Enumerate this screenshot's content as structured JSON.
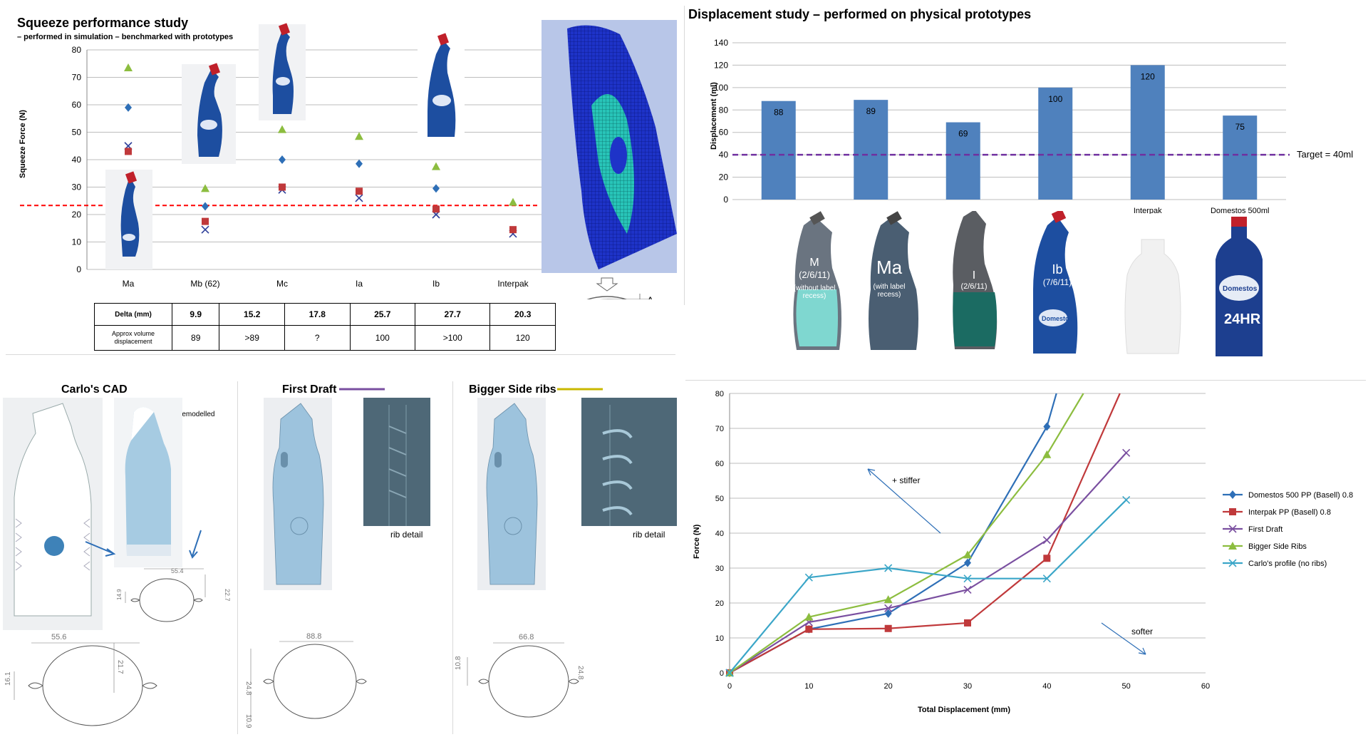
{
  "squeeze": {
    "title": "Squeeze performance study",
    "subtitle": "– performed in simulation – benchmarked with prototypes",
    "ylabel": "Squeeze Force (N)",
    "table": {
      "row1_label": "Delta (mm)",
      "row1": [
        "9.9",
        "15.2",
        "17.8",
        "25.7",
        "27.7",
        "20.3"
      ],
      "row2_label": "Approx volume displacement",
      "row2": [
        "89",
        ">89",
        "?",
        "100",
        ">100",
        "120"
      ]
    },
    "delta_symbol": "Δ"
  },
  "displacement": {
    "title": "Displacement study – performed on physical prototypes",
    "target_label": "Target = 40ml",
    "bottle_labels": [
      {
        "name": "M",
        "date": "(2/6/11)",
        "note": "(without label recess)"
      },
      {
        "name": "Ma",
        "date": "",
        "note": "(with label recess)"
      },
      {
        "name": "I",
        "date": "(2/6/11)",
        "note": ""
      },
      {
        "name": "Ib",
        "date": "(7/6/11)",
        "note": ""
      }
    ],
    "brand_text": "Domestos",
    "brand_badge": "24HR"
  },
  "cad": {
    "carlo_title": "Carlo's CAD",
    "remodelled": "remodelled",
    "first_draft_title": "First Draft",
    "bigger_ribs_title": "Bigger Side ribs",
    "rib_detail_1": "rib detail",
    "rib_detail_2": "rib detail",
    "dims": {
      "carlo_width": "55.6",
      "carlo_height": "21.7",
      "carlo_side": "16.1",
      "remod_width": "55.4",
      "remod_height": "22.7",
      "remod_side": "14.9",
      "first_width": "88.8",
      "first_height": "24.8",
      "first_side": "10.9",
      "bigger_width": "66.8",
      "bigger_height": "24.8",
      "bigger_side": "10.8"
    }
  },
  "force": {
    "stiffer_label": "+ stiffer",
    "softer_label": "softer"
  },
  "colors": {
    "bar": "#4f81bd",
    "target": "#7030a0",
    "threshold": "#ff0000",
    "blue": "#2e6fb7",
    "red": "#c0393b",
    "purple": "#7a4fa0",
    "green": "#8cbd3f",
    "teal": "#3ba6c8",
    "cad": "#9dc3dd",
    "bottle": "#1d4ea0"
  },
  "chart_data": [
    {
      "type": "scatter",
      "ylabel": "Squeeze Force (N)",
      "xlabel": "",
      "categories": [
        "Ma",
        "Mb (62)",
        "Mc",
        "Ia",
        "Ib",
        "Interpak"
      ],
      "ylim": [
        0,
        80
      ],
      "yticks": [
        0,
        10,
        20,
        30,
        40,
        50,
        60,
        70,
        80
      ],
      "grid": true,
      "threshold": 23.3,
      "series": [
        {
          "marker": "triangle",
          "color": "#8cbd3f",
          "values": [
            73.5,
            29.5,
            51,
            48.5,
            37.5,
            24.5
          ]
        },
        {
          "marker": "diamond",
          "color": "#2e6fb7",
          "values": [
            59,
            23,
            40,
            38.5,
            29.5,
            null
          ]
        },
        {
          "marker": "x",
          "color": "#2e3f9a",
          "values": [
            45,
            14.5,
            29,
            26,
            20,
            13
          ]
        },
        {
          "marker": "square",
          "color": "#c0393b",
          "values": [
            43,
            17.5,
            30,
            28.5,
            22,
            14.5
          ]
        }
      ]
    },
    {
      "type": "bar",
      "ylabel": "Displacement (ml)",
      "categories": [
        "",
        "",
        "",
        "",
        "Interpak",
        "Domestos 500ml"
      ],
      "values": [
        88,
        89,
        69,
        100,
        120,
        75
      ],
      "data_labels": [
        "88",
        "89",
        "69",
        "100",
        "120",
        "75"
      ],
      "ylim": [
        0,
        140
      ],
      "yticks": [
        0,
        20,
        40,
        60,
        80,
        100,
        120,
        140
      ],
      "target": 40,
      "grid": true
    },
    {
      "type": "line",
      "xlabel": "Total Displacement (mm)",
      "ylabel": "Force (N)",
      "xlim": [
        0,
        60
      ],
      "ylim": [
        0,
        80
      ],
      "xticks": [
        0,
        10,
        20,
        30,
        40,
        50,
        60
      ],
      "yticks": [
        0,
        10,
        20,
        30,
        40,
        50,
        60,
        70,
        80
      ],
      "grid": true,
      "legend_position": "right",
      "series": [
        {
          "name": "Domestos 500 PP (Basell) 0.8",
          "color": "#2e6fb7",
          "marker": "diamond",
          "x": [
            0,
            10,
            20,
            30,
            40,
            41.2
          ],
          "y": [
            0,
            12.5,
            17,
            31.5,
            70.5,
            80
          ]
        },
        {
          "name": "Interpak PP (Basell) 0.8",
          "color": "#c0393b",
          "marker": "square",
          "x": [
            0,
            10,
            20,
            30,
            40,
            49.2
          ],
          "y": [
            0,
            12.5,
            12.7,
            14.3,
            32.8,
            80
          ]
        },
        {
          "name": "First Draft",
          "color": "#7a4fa0",
          "marker": "x",
          "x": [
            0,
            10,
            20,
            30,
            40,
            50
          ],
          "y": [
            0,
            14.5,
            18.5,
            23.8,
            38,
            63
          ]
        },
        {
          "name": "Bigger Side Ribs",
          "color": "#8cbd3f",
          "marker": "triangle",
          "x": [
            0,
            10,
            20,
            30,
            40,
            44.6
          ],
          "y": [
            0,
            16,
            21,
            33.8,
            62.5,
            80
          ]
        },
        {
          "name": "Carlo's profile (no ribs)",
          "color": "#3ba6c8",
          "marker": "x",
          "x": [
            0,
            10,
            20,
            30,
            40,
            50
          ],
          "y": [
            0,
            27.3,
            30,
            27,
            27,
            49.5
          ]
        }
      ]
    }
  ]
}
